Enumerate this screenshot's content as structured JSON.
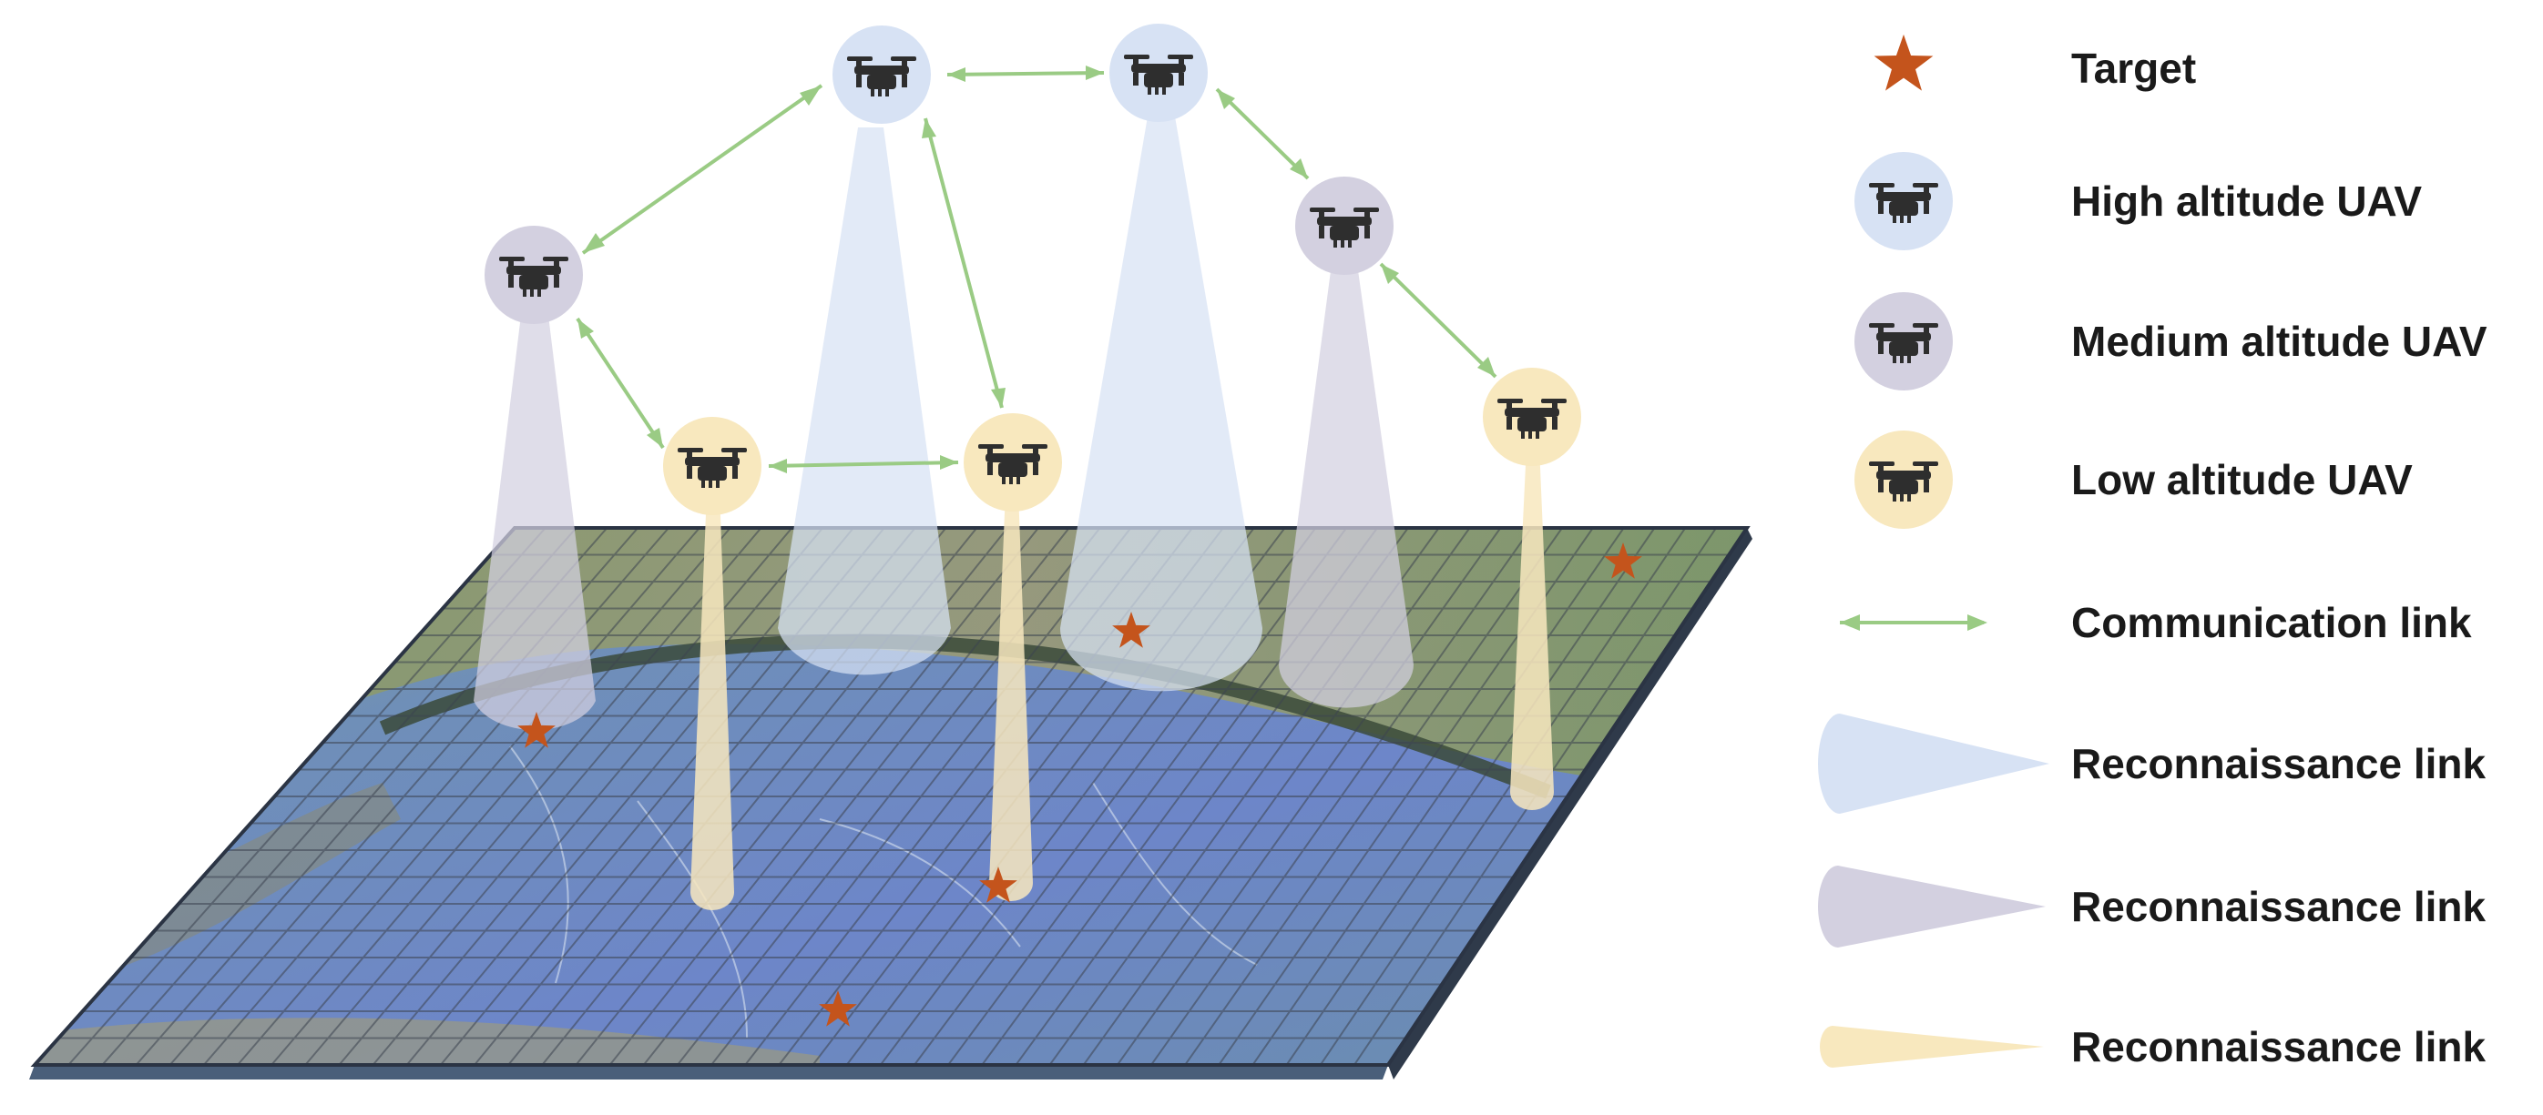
{
  "colors": {
    "target": "#c4541c",
    "high": "#d7e2f4",
    "medium": "#d3d0e0",
    "low": "#f8e8be",
    "link": "#9acb84",
    "drone_icon": "#2e2e2e"
  },
  "icons": {
    "target": "star-icon",
    "uav": "drone-icon",
    "link": "double-arrow-icon"
  },
  "legend": [
    {
      "key": "target",
      "label": "Target"
    },
    {
      "key": "high",
      "label": "High altitude UAV"
    },
    {
      "key": "medium",
      "label": "Medium altitude UAV"
    },
    {
      "key": "low",
      "label": "Low altitude UAV"
    },
    {
      "key": "link",
      "label": "Communication link"
    },
    {
      "key": "recon_high",
      "label": "Reconnaissance link"
    },
    {
      "key": "recon_medium",
      "label": "Reconnaissance link"
    },
    {
      "key": "recon_low",
      "label": "Reconnaissance link"
    }
  ]
}
